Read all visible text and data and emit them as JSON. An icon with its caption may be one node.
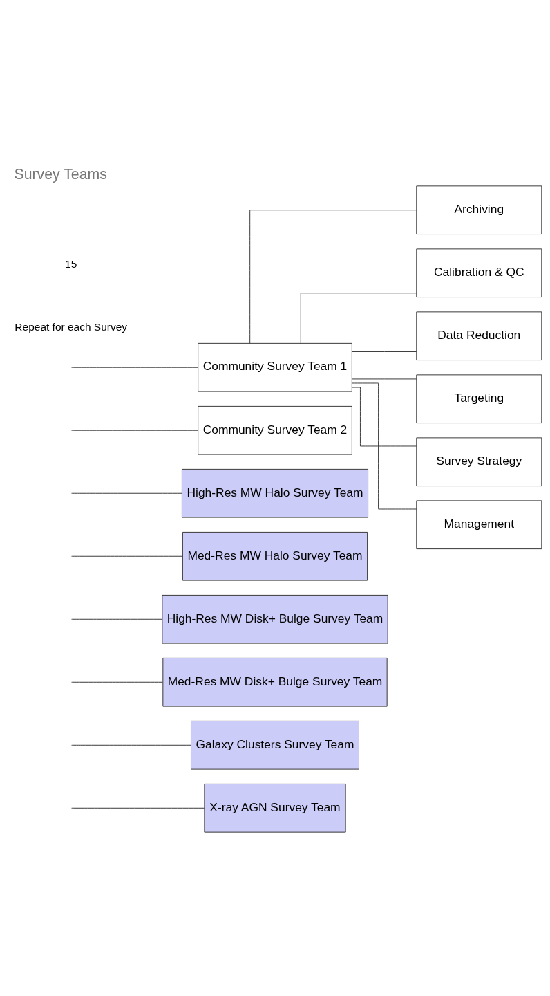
{
  "diagram": {
    "title": "Survey Teams",
    "nodes": [
      {
        "text": [
          "Community Survey Team 1"
        ]
      },
      {
        "text": [
          "Community Survey Team 2"
        ]
      },
      {
        "text": [
          "High-Res MW Halo Survey Team"
        ]
      },
      {
        "text": [
          "Med-Res MW Halo Survey Team"
        ]
      },
      {
        "text": [
          "High-Res MW Disk+ Bulge Survey Team"
        ]
      },
      {
        "text": [
          "Med-Res MW Disk+ Bulge Survey Team"
        ]
      },
      {
        "text": [
          "Galaxy Clusters Survey Team"
        ]
      },
      {
        "text": [
          "X-ray AGN Survey Team"
        ]
      },
      {
        "text": [
          "Management"
        ]
      },
      {
        "text": [
          "Survey Strategy"
        ]
      },
      {
        "text": [
          "Targeting"
        ]
      },
      {
        "text": [
          "Data Reduction"
        ]
      },
      {
        "text": [
          "Calibration & QC"
        ]
      },
      {
        "text": [
          "Archiving"
        ]
      }
    ],
    "edges": [
      {
        "from": null,
        "to": 0,
        "arrow": "none"
      },
      {
        "from": null,
        "to": 1,
        "arrow": "none"
      },
      {
        "from": null,
        "to": 2,
        "arrow": "none"
      },
      {
        "from": null,
        "to": 3,
        "arrow": "none"
      },
      {
        "from": null,
        "to": 4,
        "arrow": "none"
      },
      {
        "from": null,
        "to": 5,
        "arrow": "none"
      },
      {
        "from": null,
        "to": 6,
        "arrow": "none"
      },
      {
        "from": null,
        "to": 7,
        "arrow": "none"
      },
      {
        "from": 0,
        "to": 8,
        "arrow": "none"
      },
      {
        "from": 0,
        "to": 9,
        "arrow": "none"
      },
      {
        "from": 0,
        "to": 10,
        "arrow": "none"
      },
      {
        "from": 0,
        "to": 11,
        "arrow": "none"
      },
      {
        "from": 0,
        "to": 12,
        "arrow": "none"
      },
      {
        "from": 0,
        "to": 13,
        "arrow": "none"
      }
    ],
    "labels": [
      "Repeat for each Survey",
      "15"
    ]
  }
}
